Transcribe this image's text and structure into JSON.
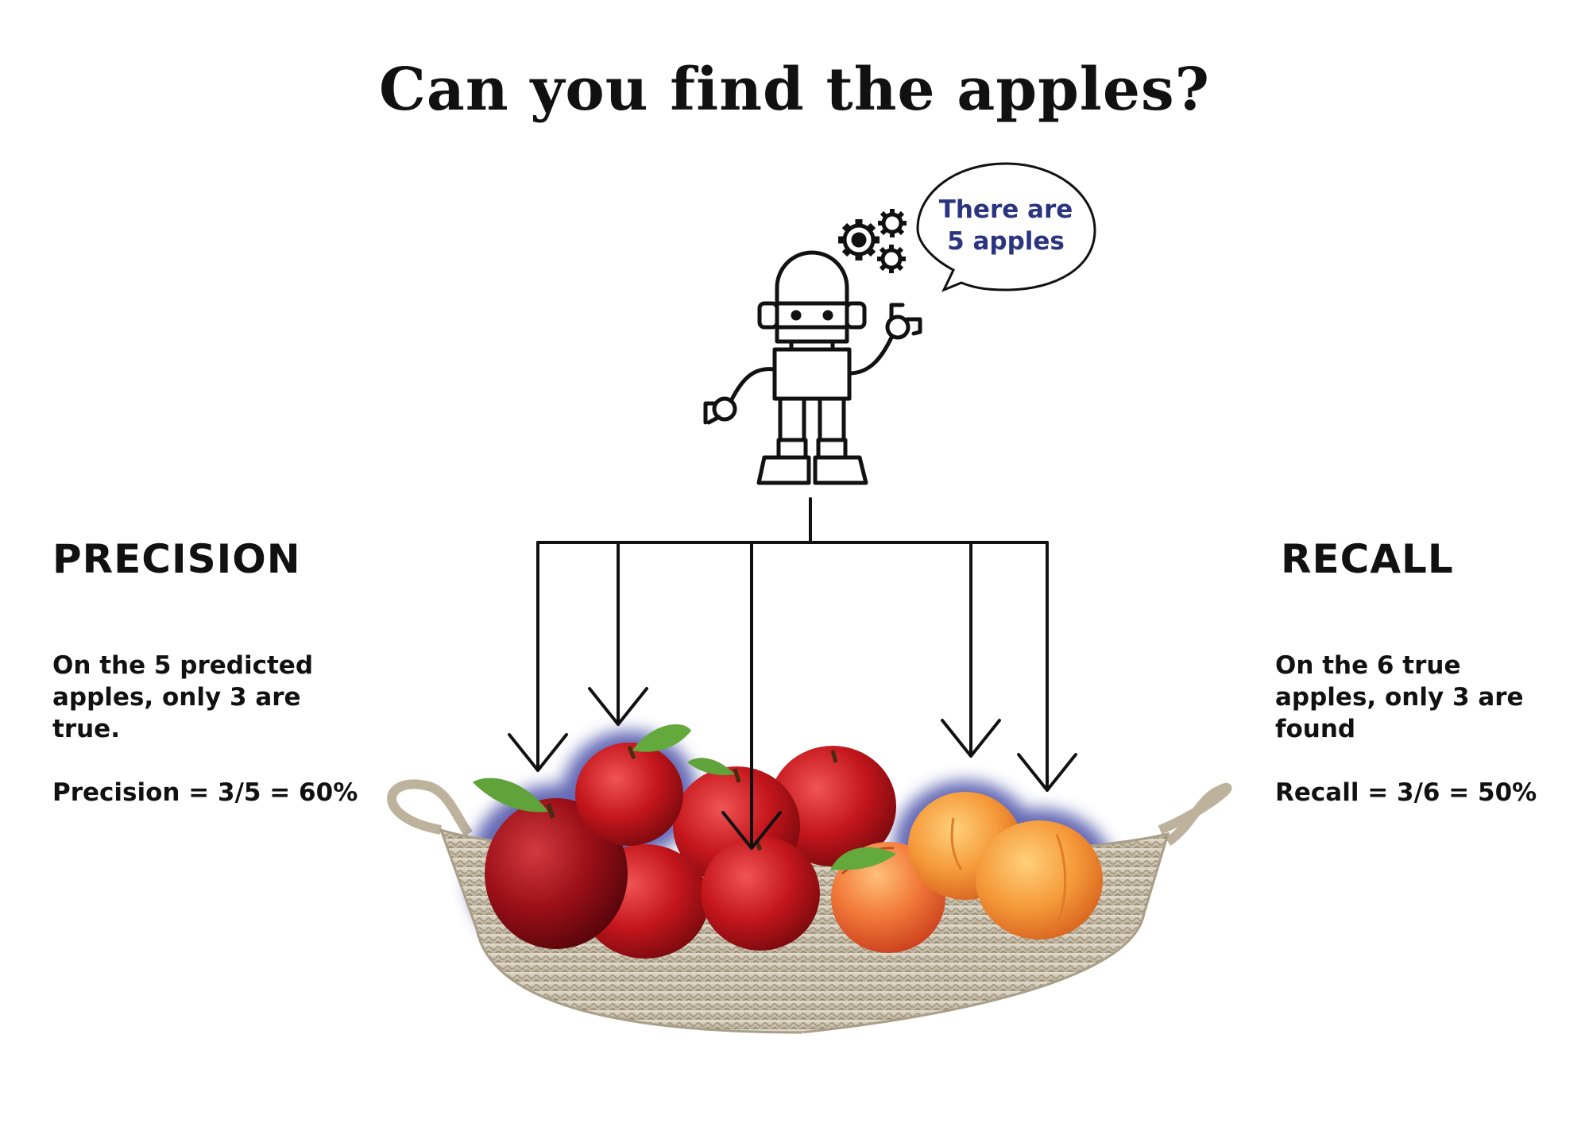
{
  "title": "Can you find the apples?",
  "speech_bubble": {
    "line1": "There are",
    "line2": "5 apples"
  },
  "precision": {
    "heading": "PRECISION",
    "lines": [
      "On the 5 predicted",
      "apples, only 3 are",
      "true."
    ],
    "formula": "Precision = 3/5 = 60%"
  },
  "recall": {
    "heading": "RECALL",
    "lines": [
      "On the 6 true",
      "apples, only 3 are",
      "found"
    ],
    "formula": "Recall = 3/6 = 50%"
  },
  "colors": {
    "text": "#111111",
    "bubble_text": "#2b3480",
    "selection_glow": "#4a4fa8",
    "apple_red": "#c4161c",
    "peach_orange": "#f59a3a",
    "basket": "#cfc6b4"
  },
  "icons": [
    "robot-icon",
    "gears-icon",
    "speech-bubble"
  ]
}
